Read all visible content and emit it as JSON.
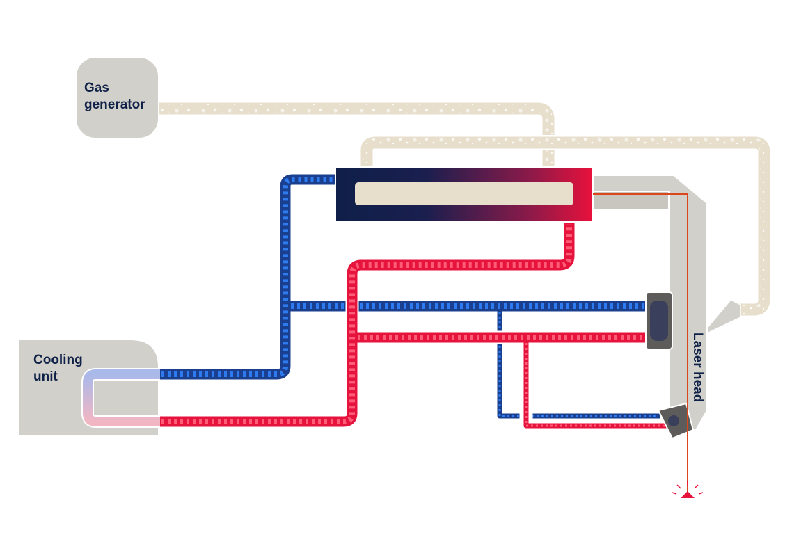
{
  "labels": {
    "gas_generator": "Gas\ngenerator",
    "cooling_unit": "Cooling\nunit",
    "laser_head": "Laser head"
  },
  "colors": {
    "background": "#ffffff",
    "unit_gray": "#d2d0cb",
    "gas_pipe": "#e7dfcc",
    "cold_pipe": "#1a3f8f",
    "cold_chevron": "#2e7bf0",
    "hot_pipe": "#e6133d",
    "hot_chevron": "#ff5c78",
    "resonator_dark": "#0f1f4a",
    "resonator_hot": "#e8113c",
    "label_text": "#0f2147",
    "beam": "#d9471a"
  },
  "icons": [
    "cooling-unit-block",
    "gas-generator-block",
    "laser-resonator",
    "laser-head-column",
    "mirror-block",
    "beam-splash-icon"
  ]
}
